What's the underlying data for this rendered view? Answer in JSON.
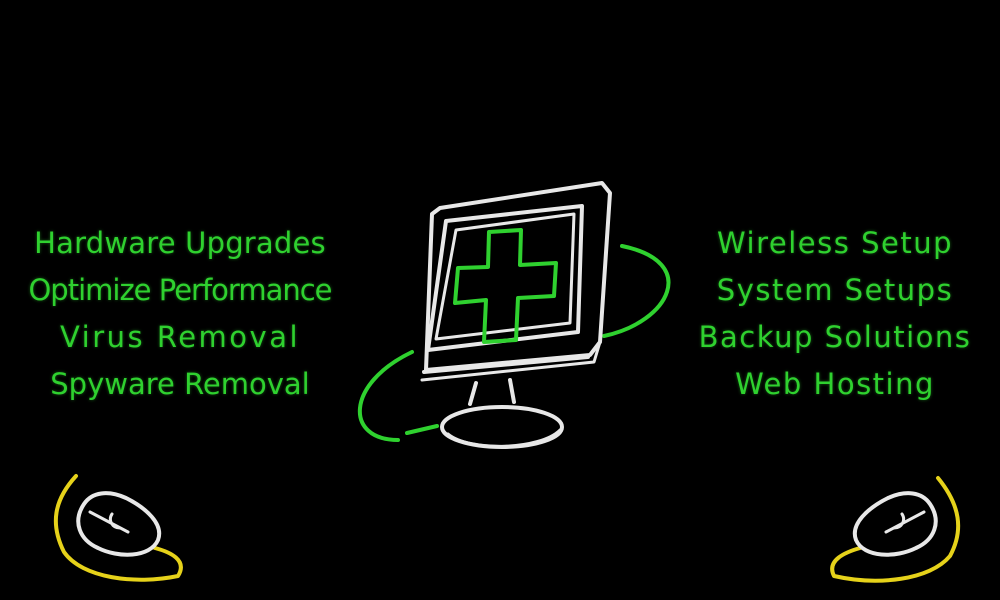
{
  "colors": {
    "background": "#000000",
    "neon_green": "#2fd12f",
    "neon_white": "#e8e8e8",
    "neon_yellow": "#e6d21a"
  },
  "left_services": [
    "Hardware Upgrades",
    "Optimize Performance",
    "Virus Removal",
    "Spyware Removal"
  ],
  "right_services": [
    "Wireless Setup",
    "System Setups",
    "Backup Solutions",
    "Web Hosting"
  ],
  "icons": {
    "center": "monitor-medical-cross-icon",
    "bottom_left": "computer-mouse-icon",
    "bottom_right": "computer-mouse-icon"
  }
}
